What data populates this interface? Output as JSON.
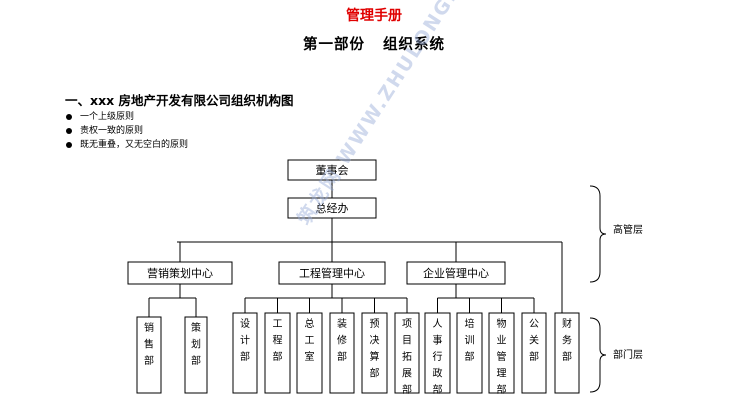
{
  "document": {
    "title": "管理手册",
    "subtitle_part": "第一部份",
    "subtitle_name": "组织系统",
    "section_heading": "一、xxx 房地产开发有限公司组织机构图",
    "principles": [
      "一个上级原则",
      "责权一致的原则",
      "既无重叠，又无空白的原则"
    ],
    "watermark": "筑龙网 WWW.ZHULONG.COM"
  },
  "colors": {
    "title": "#e00000",
    "watermark": "#9aaad7"
  },
  "org_chart": {
    "board": "董事会",
    "general_office": "总经办",
    "centers": [
      "营销策划中心",
      "工程管理中心",
      "企业管理中心"
    ],
    "departments": [
      {
        "label": "销售部",
        "center": 0
      },
      {
        "label": "策划部",
        "center": 0
      },
      {
        "label": "设计部",
        "center": 1
      },
      {
        "label": "工程部",
        "center": 1
      },
      {
        "label": "总工室",
        "center": 1
      },
      {
        "label": "装修部",
        "center": 1
      },
      {
        "label": "预决算部",
        "center": 1
      },
      {
        "label": "项目拓展部",
        "center": 1
      },
      {
        "label": "人事行政部",
        "center": 2
      },
      {
        "label": "培训部",
        "center": 2
      },
      {
        "label": "物业管理部",
        "center": 2
      },
      {
        "label": "公关部",
        "center": 2
      },
      {
        "label": "财务部",
        "center": -1
      }
    ],
    "levels": {
      "senior": "高管层",
      "department": "部门层"
    }
  }
}
